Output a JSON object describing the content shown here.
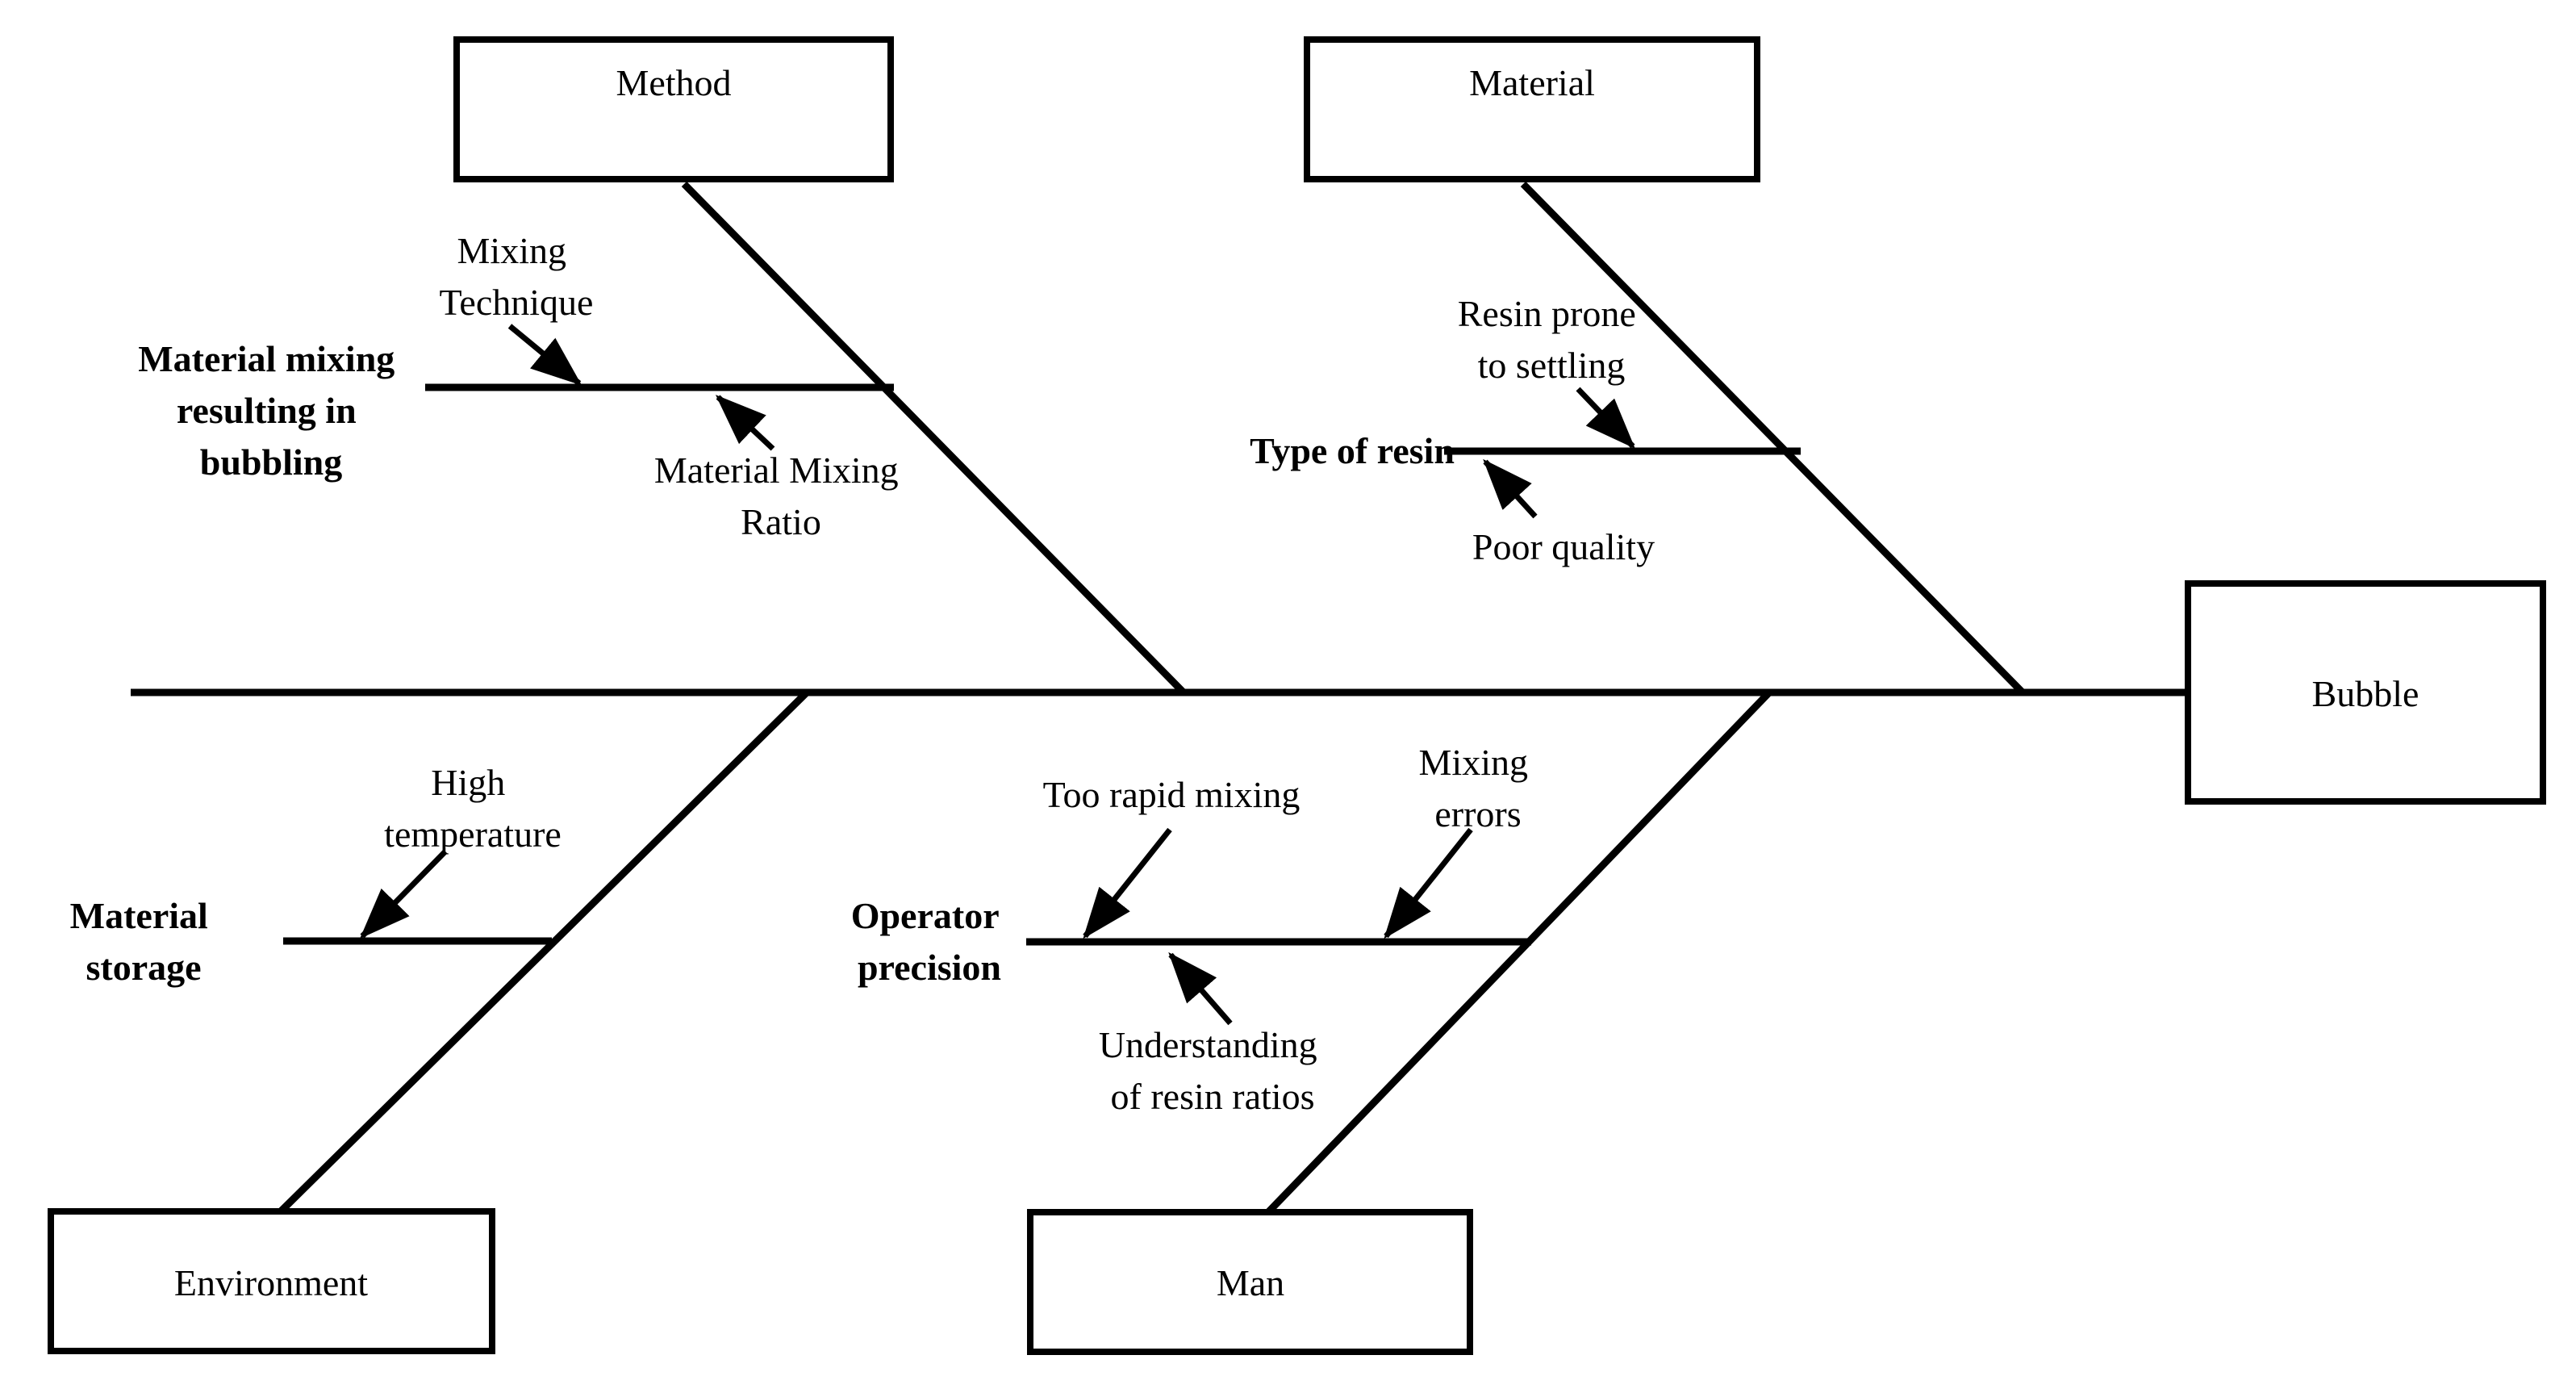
{
  "diagram": {
    "type": "fishbone-ishikawa",
    "effect": {
      "label": "Bubble"
    },
    "categories": [
      {
        "id": "method",
        "label": "Method",
        "position": "top-left",
        "spine_label": "Material mixing resulting in bubbling",
        "spine_label_lines": [
          "Material mixing",
          "resulting in",
          "bubbling"
        ],
        "causes": [
          {
            "label": "Mixing Technique",
            "lines": [
              "Mixing",
              "Technique"
            ],
            "side": "above"
          },
          {
            "label": "Material Mixing Ratio",
            "lines": [
              "Material Mixing",
              "Ratio"
            ],
            "side": "below"
          }
        ]
      },
      {
        "id": "material",
        "label": "Material",
        "position": "top-right",
        "spine_label": "Type of resin",
        "spine_label_lines": [
          "Type of resin"
        ],
        "causes": [
          {
            "label": "Resin prone to settling",
            "lines": [
              "Resin prone",
              "to settling"
            ],
            "side": "above"
          },
          {
            "label": "Poor quality",
            "lines": [
              "Poor quality"
            ],
            "side": "below"
          }
        ]
      },
      {
        "id": "environment",
        "label": "Environment",
        "position": "bottom-left",
        "spine_label": "Material storage",
        "spine_label_lines": [
          "Material",
          "storage"
        ],
        "causes": [
          {
            "label": "High temperature",
            "lines": [
              "High",
              "temperature"
            ],
            "side": "above"
          }
        ]
      },
      {
        "id": "man",
        "label": "Man",
        "position": "bottom-center",
        "spine_label": "Operator precision",
        "spine_label_lines": [
          "Operator",
          "precision"
        ],
        "causes": [
          {
            "label": "Too rapid mixing",
            "lines": [
              "Too rapid mixing"
            ],
            "side": "above"
          },
          {
            "label": "Mixing errors",
            "lines": [
              "Mixing",
              "errors"
            ],
            "side": "above"
          },
          {
            "label": "Understanding of resin ratios",
            "lines": [
              "Understanding",
              "of resin ratios"
            ],
            "side": "below"
          }
        ]
      }
    ],
    "colors": {
      "line": "#000000",
      "background": "#ffffff",
      "text": "#000000"
    }
  },
  "labels": {
    "method_box": "Method",
    "material_box": "Material",
    "environment_box": "Environment",
    "man_box": "Man",
    "bubble_box": "Bubble",
    "method_spine_l1": "Material mixing",
    "method_spine_l2": "resulting in",
    "method_spine_l3": "bubbling",
    "method_cause1_l1": "Mixing",
    "method_cause1_l2": "Technique",
    "method_cause2_l1": "Material Mixing",
    "method_cause2_l2": "Ratio",
    "material_spine_l1": "Type of resin",
    "material_cause1_l1": "Resin prone",
    "material_cause1_l2": "to settling",
    "material_cause2_l1": "Poor quality",
    "environment_spine_l1": "Material",
    "environment_spine_l2": "storage",
    "environment_cause1_l1": "High",
    "environment_cause1_l2": "temperature",
    "man_spine_l1": "Operator",
    "man_spine_l2": "precision",
    "man_cause1_l1": "Too rapid mixing",
    "man_cause2_l1": "Mixing",
    "man_cause2_l2": "errors",
    "man_cause3_l1": "Understanding",
    "man_cause3_l2": "of resin ratios"
  }
}
